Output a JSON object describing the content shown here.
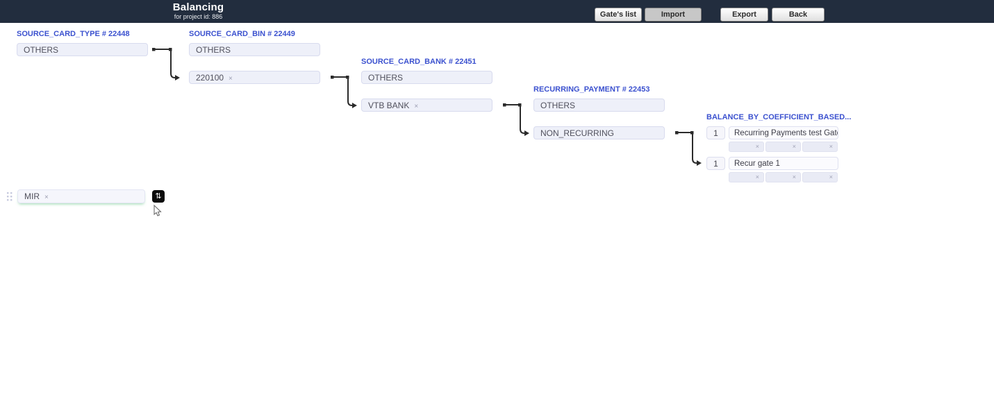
{
  "header": {
    "title": "Balancing",
    "subtitle": "for project id: 886",
    "buttons": [
      "Gate's list",
      "Import",
      "Export",
      "Back"
    ],
    "active_button": "Import"
  },
  "colors": {
    "header_bg": "#222d3e",
    "label_blue": "#3b51cf",
    "chip_bg": "#eef0f9",
    "connector": "#2b2b2b",
    "drop_highlight_green": "#54be78"
  },
  "symbols": {
    "remove": "×",
    "swap": "⇅"
  },
  "columns": [
    {
      "label": "SOURCE_CARD_TYPE # 22448",
      "chips": [
        {
          "text": "OTHERS",
          "removable": false
        }
      ]
    },
    {
      "label": "SOURCE_CARD_BIN # 22449",
      "chips": [
        {
          "text": "OTHERS",
          "removable": false
        },
        {
          "text": "220100",
          "removable": true
        }
      ]
    },
    {
      "label": "SOURCE_CARD_BANK # 22451",
      "chips": [
        {
          "text": "OTHERS",
          "removable": false
        },
        {
          "text": "VTB BANK",
          "removable": true
        }
      ]
    },
    {
      "label": "RECURRING_PAYMENT # 22453",
      "chips": [
        {
          "text": "OTHERS",
          "removable": false
        },
        {
          "text": "NON_RECURRING",
          "removable": false
        }
      ]
    }
  ],
  "gates": {
    "label": "BALANCE_BY_COEFFICIENT_BASED...",
    "rows": [
      {
        "coefficient": "1",
        "name": "Recurring Payments test Gate",
        "empty_slots": 3
      },
      {
        "coefficient": "1",
        "name": "Recur gate 1",
        "empty_slots": 3
      }
    ]
  },
  "connections": [
    {
      "from": "SOURCE_CARD_TYPE.OTHERS",
      "to": "SOURCE_CARD_BIN.OTHERS"
    },
    {
      "from": "SOURCE_CARD_TYPE.OTHERS",
      "to": "SOURCE_CARD_BIN.220100"
    },
    {
      "from": "SOURCE_CARD_BIN.220100",
      "to": "SOURCE_CARD_BANK.OTHERS"
    },
    {
      "from": "SOURCE_CARD_BIN.220100",
      "to": "SOURCE_CARD_BANK.VTB BANK"
    },
    {
      "from": "SOURCE_CARD_BANK.VTB BANK",
      "to": "RECURRING_PAYMENT.OTHERS"
    },
    {
      "from": "SOURCE_CARD_BANK.VTB BANK",
      "to": "RECURRING_PAYMENT.NON_RECURRING"
    },
    {
      "from": "RECURRING_PAYMENT.NON_RECURRING",
      "to": "GATE.Recurring Payments test Gate"
    },
    {
      "from": "RECURRING_PAYMENT.NON_RECURRING",
      "to": "GATE.Recur gate 1"
    }
  ],
  "palette": {
    "chip": "MIR",
    "removable": true
  }
}
